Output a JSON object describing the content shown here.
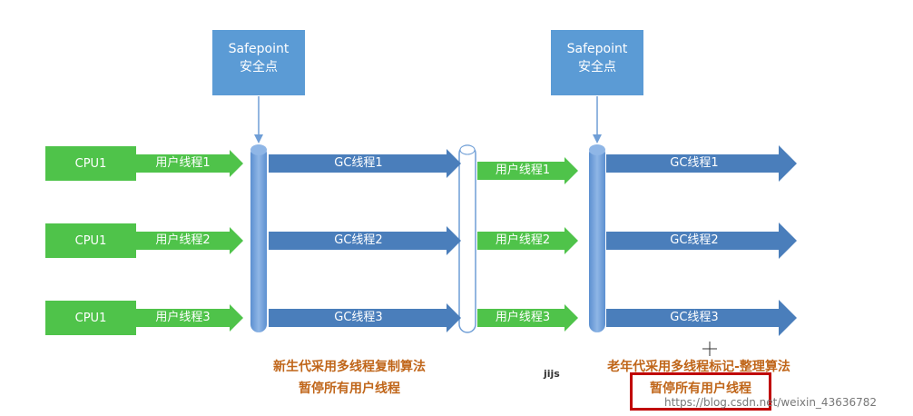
{
  "safepoints": [
    {
      "title": "Safepoint",
      "subtitle": "安全点"
    },
    {
      "title": "Safepoint",
      "subtitle": "安全点"
    }
  ],
  "cpus": [
    "CPU1",
    "CPU1",
    "CPU1"
  ],
  "user_threads_left": [
    "用户线程1",
    "用户线程2",
    "用户线程3"
  ],
  "gc_threads_young": [
    "GC线程1",
    "GC线程2",
    "GC线程3"
  ],
  "user_threads_mid": [
    "用户线程1",
    "用户线程2",
    "用户线程3"
  ],
  "gc_threads_old": [
    "GC线程1",
    "GC线程2",
    "GC线程3"
  ],
  "caption_young": [
    "新生代采用多线程复制算法",
    "暂停所有用户线程"
  ],
  "caption_old": [
    "老年代采用多线程标记-整理算法",
    "暂停所有用户线程"
  ],
  "center_mark": "jijs",
  "watermark": "https://blog.csdn.net/weixin_43636782",
  "colors": {
    "safepoint_blue": "#5b9bd5",
    "cpu_green": "#4fc34a",
    "gc_arrow_blue": "#4a7ebb",
    "caption_orange": "#c0661a",
    "highlight_red": "#c00000"
  }
}
